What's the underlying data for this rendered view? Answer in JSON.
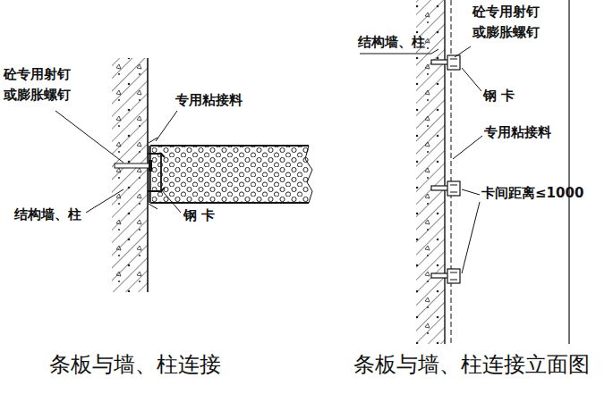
{
  "diagram": {
    "labels": [
      "砼专用射钉 或膨胀螺钉",
      "专用粘接料",
      "钢 卡",
      "结构墙、柱",
      "条板与墙、柱连接",
      "砼专用射钉 或膨胀螺钉",
      "结构墙、柱",
      "钢 卡",
      "专用粘接料",
      "卡间距离≤1000",
      "条板与墙、柱连接立面图"
    ]
  }
}
